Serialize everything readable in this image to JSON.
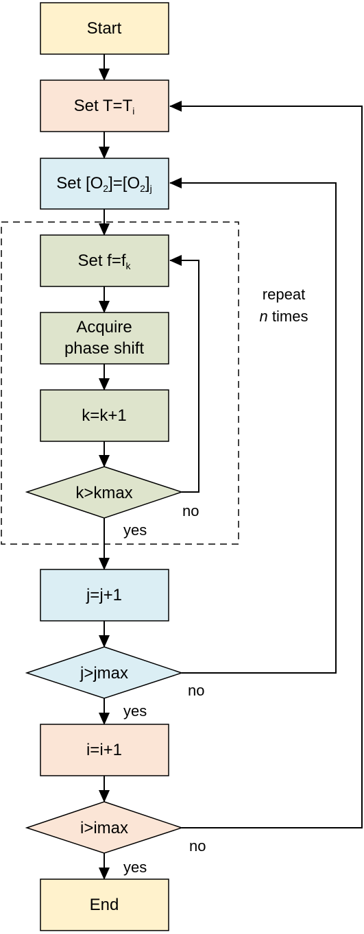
{
  "colors": {
    "terminal": "#fff2cc",
    "temperature": "#fbe5d6",
    "oxygen": "#dbeef4",
    "frequency": "#dee4cc",
    "stroke": "#000000"
  },
  "nodes": {
    "start": "Start",
    "set_t": {
      "main": "Set T=T",
      "sub": "i"
    },
    "set_o2": {
      "part1": "Set [O",
      "sub1": "2",
      "part2": "]=[O",
      "sub2": "2",
      "part3": "]",
      "sub3": "j"
    },
    "set_f": {
      "main": "Set f=f",
      "sub": "k"
    },
    "acquire": {
      "line1": "Acquire",
      "line2": "phase shift"
    },
    "k_inc": "k=k+1",
    "k_check": "k>kmax",
    "j_inc": "j=j+1",
    "j_check": "j>jmax",
    "i_inc": "i=i+1",
    "i_check": "i>imax",
    "end": "End"
  },
  "labels": {
    "repeat_line1": "repeat",
    "repeat_n": "n",
    "repeat_times": " times",
    "no_k": "no",
    "yes_k": "yes",
    "no_j": "no",
    "yes_j": "yes",
    "no_i": "no",
    "yes_i": "yes"
  }
}
